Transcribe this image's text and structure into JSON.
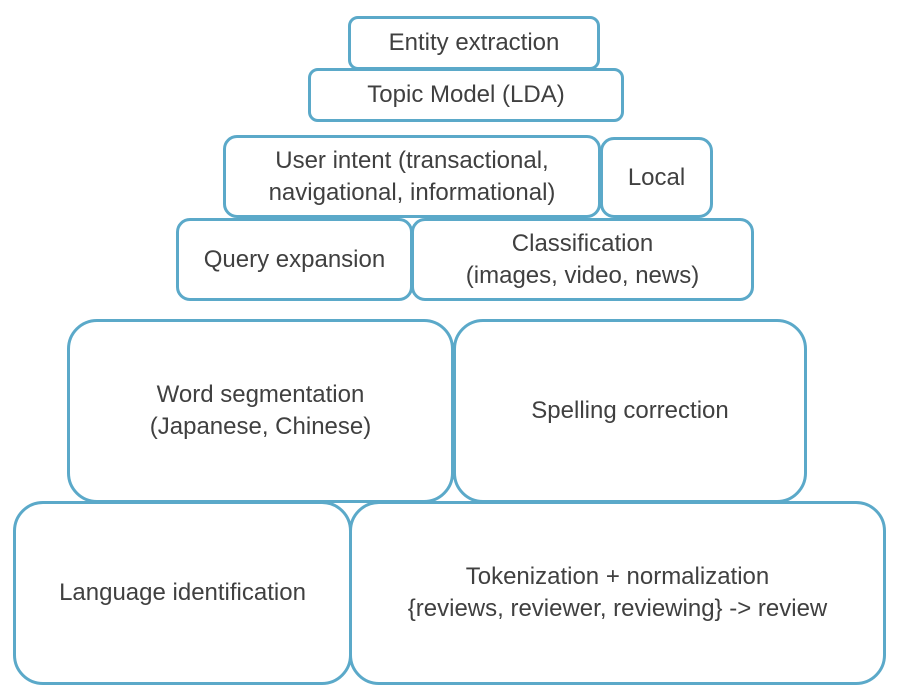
{
  "diagram": {
    "title": "",
    "border_color": "#5ba9c9",
    "text_color": "#404040",
    "layers": [
      {
        "level": 1,
        "boxes": [
          {
            "label": "Entity extraction"
          }
        ]
      },
      {
        "level": 2,
        "boxes": [
          {
            "label": "Topic Model (LDA)"
          }
        ]
      },
      {
        "level": 3,
        "boxes": [
          {
            "label": "User intent (transactional,\nnavigational, informational)"
          },
          {
            "label": "Local"
          }
        ]
      },
      {
        "level": 4,
        "boxes": [
          {
            "label": "Query expansion"
          },
          {
            "label": "Classification\n(images, video, news)"
          }
        ]
      },
      {
        "level": 5,
        "boxes": [
          {
            "label": "Word segmentation\n(Japanese, Chinese)"
          },
          {
            "label": "Spelling correction"
          }
        ]
      },
      {
        "level": 6,
        "boxes": [
          {
            "label": "Language identification"
          },
          {
            "label": "Tokenization + normalization\n{reviews, reviewer, reviewing} -> review"
          }
        ]
      }
    ]
  }
}
